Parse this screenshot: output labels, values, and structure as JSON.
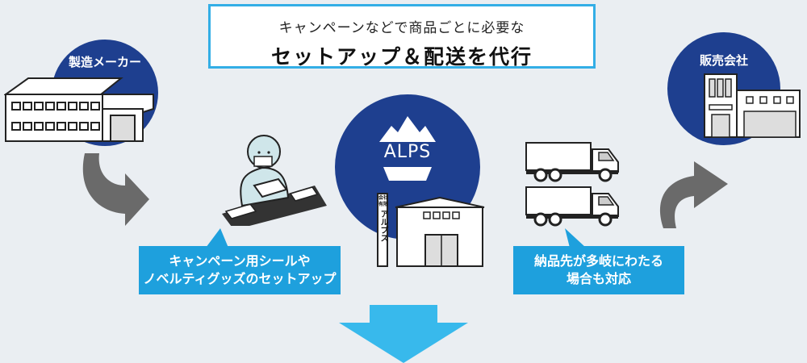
{
  "title": {
    "line1": "キャンペーンなどで商品ごとに必要な",
    "line2": "セットアップ＆配送を代行"
  },
  "manufacturer": {
    "label": "製造メーカー"
  },
  "retailer": {
    "label": "販売会社"
  },
  "alps": {
    "logo_text": "ALPS",
    "sign_small1": "会社",
    "sign_small2": "有限",
    "sign_name": "アルプス"
  },
  "callout_left": {
    "line1": "キャンペーン用シールや",
    "line2": "ノベルティグッズのセットアップ"
  },
  "callout_right": {
    "line1": "納品先が多岐にわたる",
    "line2": "場合も対応"
  },
  "colors": {
    "navy": "#1e3f8f",
    "callout_blue": "#1ea0dd",
    "frame_blue": "#33aee6",
    "down_arrow": "#38b9ec",
    "grey_arrow": "#6a6a6a",
    "background": "#eaeef2"
  }
}
